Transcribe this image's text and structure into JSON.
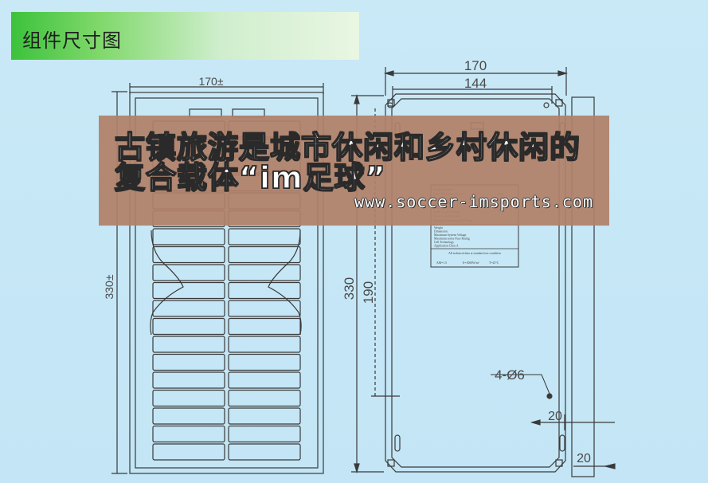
{
  "slide": {
    "title": "组件尺寸图"
  },
  "left_view": {
    "width_label": "170±",
    "height_label": "330±"
  },
  "right_view": {
    "outer_width_label": "170",
    "hole_spacing_label": "144",
    "height_label": "330",
    "hole_height_label": "190",
    "hole_label": "4-Ø6",
    "edge_offset_bottom_label": "20",
    "side_offset_label": "20",
    "nameplate_top_lines": [
      "Model Number",
      "Rated Maximum Power",
      "Tolerance",
      "Voltage at Pmax",
      "Current at Pmax",
      "Open Circuit Voltage",
      "Short Circuit Current",
      "Nominal Operating Cell Temp"
    ],
    "nameplate_right_values": [
      "±3%",
      "25°C"
    ],
    "nameplate_bottom_lines": [
      "Weight",
      "Dimension",
      "Maximum System Voltage",
      "Maximum series Fuse Rating",
      "Cell Technology",
      "Application Class A"
    ],
    "nameplate_footer": "All technical data at standard test condition",
    "nameplate_footer_values": [
      "AM=1.5",
      "E=1000W/m²",
      "T=25°C"
    ]
  },
  "overlay": {
    "line1": "古镇旅游是城市休闲和乡村休闲的",
    "line2": "复合载体“im足球”",
    "url": "www.soccer-imsports.com"
  }
}
